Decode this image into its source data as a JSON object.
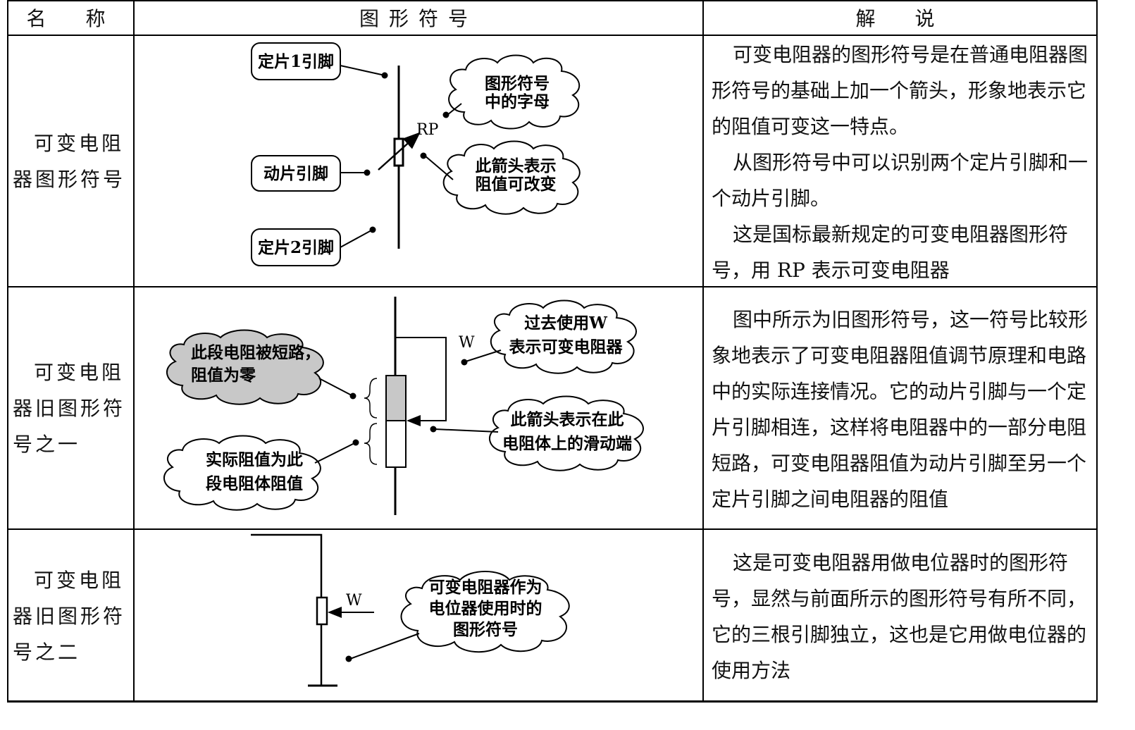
{
  "header": {
    "col_name": "名　称",
    "col_symbol": "图形符号",
    "col_desc": "解　说"
  },
  "rows": [
    {
      "name": "可变电阻器图形符号",
      "labels": {
        "fixed1": "定片1引脚",
        "wiper": "动片引脚",
        "fixed2": "定片2引脚",
        "symbol": "RP",
        "cloud_letter_1": "图形符号",
        "cloud_letter_2": "中的字母",
        "cloud_arrow_1": "此箭头表示",
        "cloud_arrow_2": "阻值可改变"
      },
      "desc": [
        "可变电阻器的图形符号是在普通电阻器图形符号的基础上加一个箭头，形象地表示它的阻值可变这一特点。",
        "从图形符号中可以识别两个定片引脚和一个动片引脚。",
        "这是国标最新规定的可变电阻器图形符号，用 RP 表示可变电阻器"
      ]
    },
    {
      "name": "可变电阻器旧图形符号之一",
      "labels": {
        "symbol": "W",
        "cloud_w_1": "过去使用W",
        "cloud_w_2": "表示可变电阻器",
        "cloud_short_1": "此段电阻被短路，",
        "cloud_short_2": "阻值为零",
        "cloud_slide_1": "此箭头表示在此",
        "cloud_slide_2": "电阻体上的滑动端",
        "cloud_actual_1": "实际阻值为此",
        "cloud_actual_2": "段电阻体阻值"
      },
      "desc": [
        "图中所示为旧图形符号，这一符号比较形象地表示了可变电阻器阻值调节原理和电路中的实际连接情况。它的动片引脚与一个定片引脚相连，这样将电阻器中的一部分电阻短路，可变电阻器阻值为动片引脚至另一个定片引脚之间电阻器的阻值"
      ]
    },
    {
      "name": "可变电阻器旧图形符号之二",
      "labels": {
        "symbol": "W",
        "cloud_pot_1": "可变电阻器作为",
        "cloud_pot_2": "电位器使用时的",
        "cloud_pot_3": "图形符号"
      },
      "desc": [
        "这是可变电阻器用做电位器时的图形符号，显然与前面所示的图形符号有所不同，它的三根引脚独立，这也是它用做电位器的使用方法"
      ]
    }
  ]
}
